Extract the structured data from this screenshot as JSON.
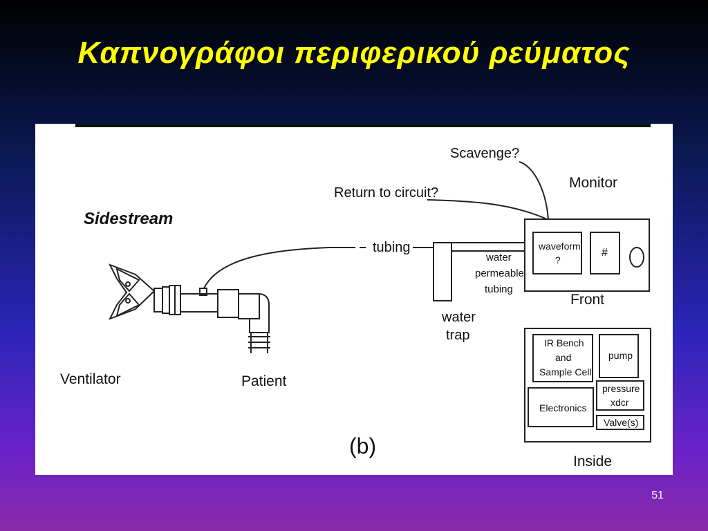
{
  "slide": {
    "title": "Καπνογράφοι περιφερικού ρεύματος",
    "number": "51"
  },
  "diagram": {
    "heading": "Sidestream",
    "scavenge": "Scavenge?",
    "return_to_circuit": "Return to circuit?",
    "tubing": "tubing",
    "water_permeable": [
      "water",
      "permeable",
      "tubing"
    ],
    "water_trap": [
      "water",
      "trap"
    ],
    "monitor": "Monitor",
    "waveform": [
      "waveform",
      "?"
    ],
    "hash": "#",
    "front": "Front",
    "inside": "Inside",
    "ir_bench": [
      "IR Bench",
      "and",
      "Sample Cell"
    ],
    "pump": "pump",
    "pressure_xdcr": [
      "pressure",
      "xdcr"
    ],
    "electronics": "Electronics",
    "valves": "Valve(s)",
    "ventilator": "Ventilator",
    "patient": "Patient",
    "caption": "(b)"
  },
  "colors": {
    "title": "#ffff00",
    "background_top": "#000000",
    "background_bottom": "#8a2aa8"
  }
}
